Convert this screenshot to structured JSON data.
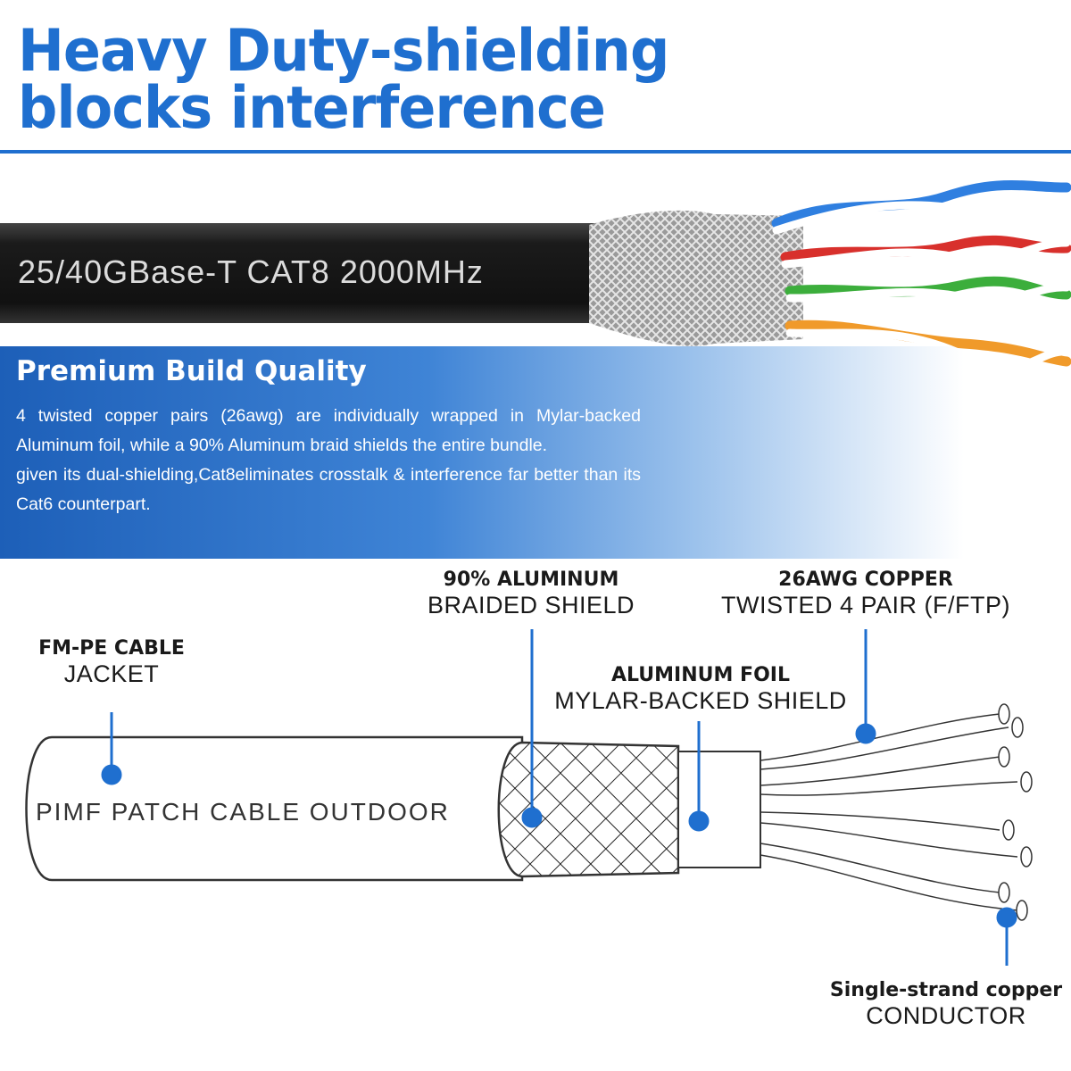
{
  "headline": {
    "line1": "Heavy Duty-shielding",
    "line2": "blocks  interference"
  },
  "photo": {
    "jacket_print": "25/40GBase-T  CAT8  2000MHz"
  },
  "panel": {
    "title": "Premium Build Quality",
    "paragraph1": "4 twisted copper pairs (26awg) are individually wrapped in Mylar-backed Aluminum foil, while a 90% Aluminum braid shields the entire bundle.",
    "paragraph2": "given its dual-shielding,Cat8eliminates crosstalk & interference far better than its Cat6 counterpart."
  },
  "diagram": {
    "cable_print": "PIMF  PATCH  CABLE  OUTDOOR",
    "labels": {
      "jacket_bold": "FM-PE CABLE",
      "jacket_regular": "JACKET",
      "braid_bold": "90% ALUMINUM",
      "braid_regular": "BRAIDED SHIELD",
      "foil_bold": "ALUMINUM FOIL",
      "foil_regular": "MYLAR-BACKED SHIELD",
      "copper_bold": "26AWG COPPER",
      "copper_regular": "TWISTED 4 PAIR (F/FTP)",
      "conductor_bold": "Single-strand copper",
      "conductor_regular": "CONDUCTOR"
    }
  },
  "colors": {
    "accent_blue": "#1f6fcf",
    "pair_blue": "#2f7fe0",
    "pair_red": "#d8302c",
    "pair_green": "#3cae3c",
    "pair_orange": "#f09a2a",
    "jacket_black": "#1b1b1b"
  }
}
